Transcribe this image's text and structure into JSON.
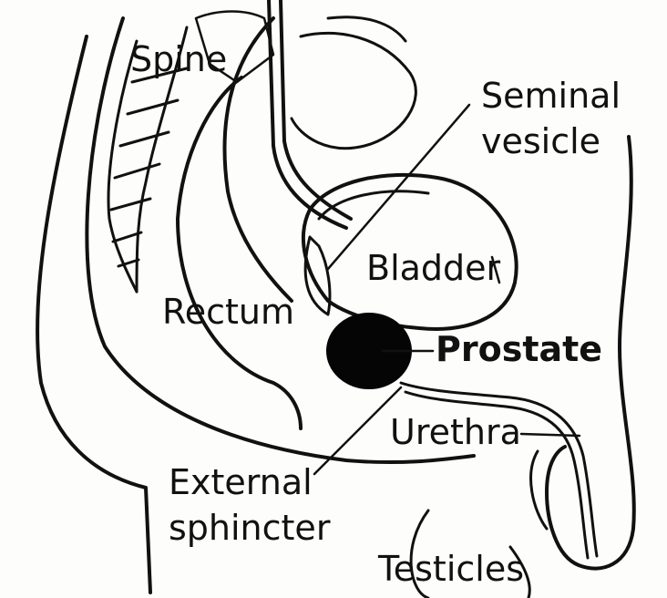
{
  "diagram": {
    "labels": {
      "spine": "Spine",
      "seminal_vesicle_line1": "Seminal",
      "seminal_vesicle_line2": "vesicle",
      "bladder": "Bladder",
      "rectum": "Rectum",
      "prostate": "Prostate",
      "urethra": "Urethra",
      "external_sphincter_line1": "External",
      "external_sphincter_line2": "sphincter",
      "testicles": "Testicles"
    },
    "colors": {
      "ink": "#111111",
      "prostate_fill": "#050505",
      "paper": "#fdfdfb"
    }
  }
}
